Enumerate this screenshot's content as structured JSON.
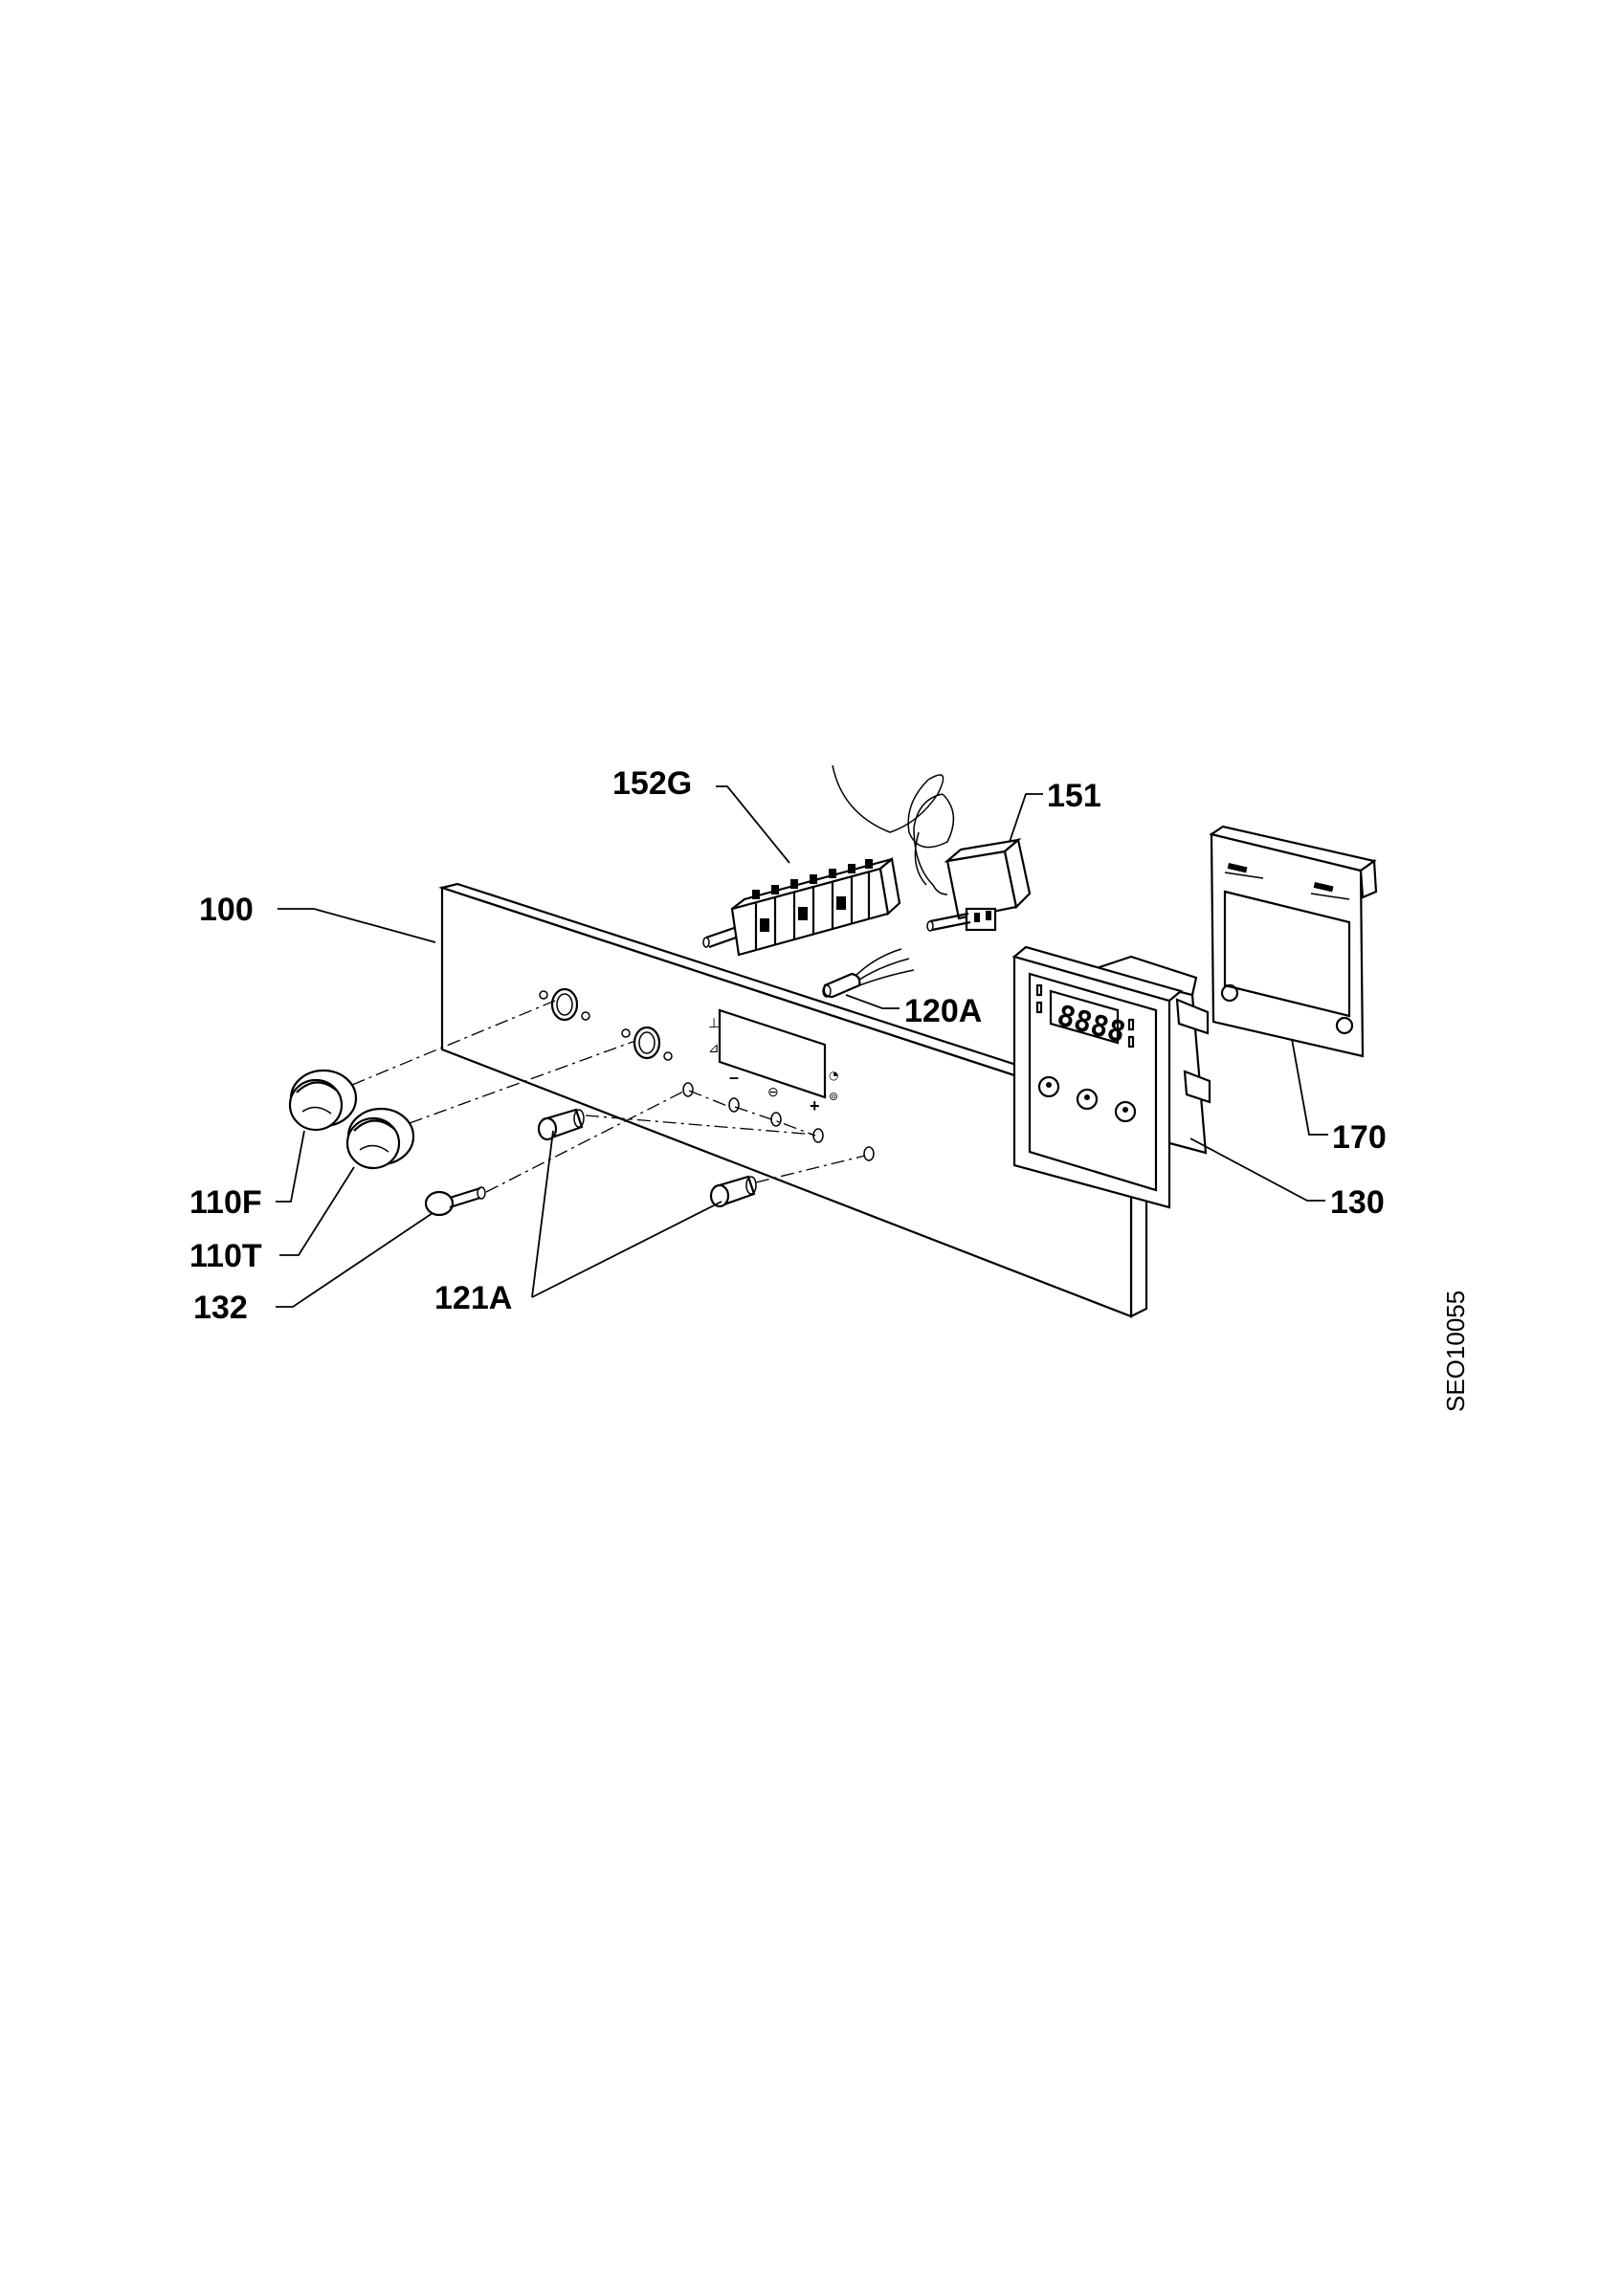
{
  "labels": {
    "p100": "100",
    "p152G": "152G",
    "p151": "151",
    "p120A": "120A",
    "p170": "170",
    "p130": "130",
    "p110F": "110F",
    "p110T": "110T",
    "p132": "132",
    "p121A": "121A"
  },
  "reference_code": "SEO10055",
  "display_digits": "8888"
}
